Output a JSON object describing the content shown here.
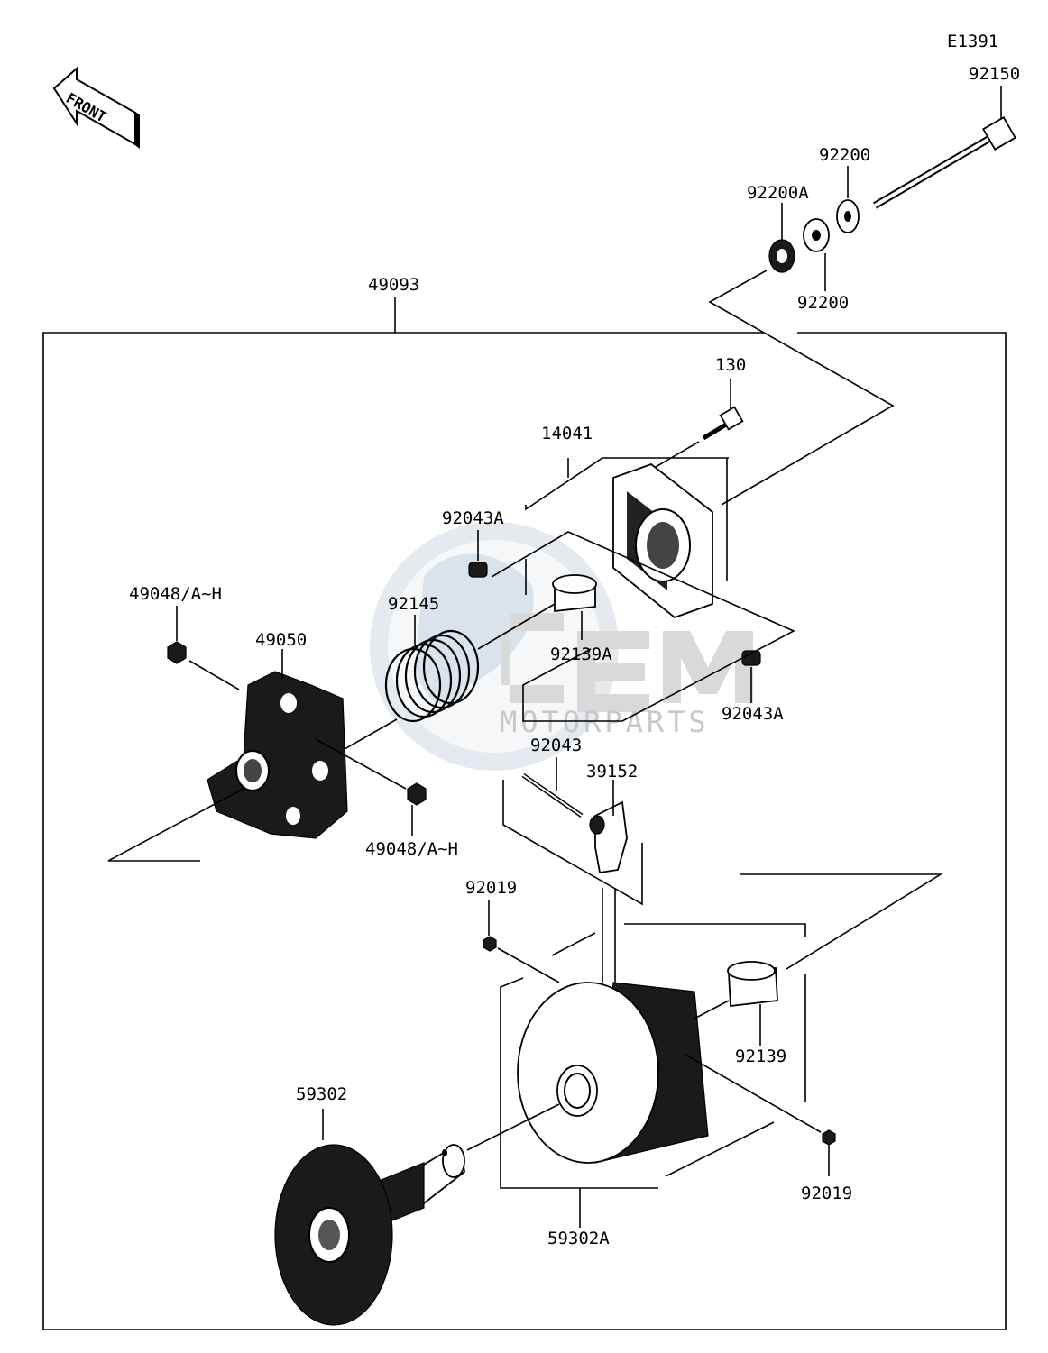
{
  "diagram_code": "E1391",
  "front_label": "FRONT",
  "watermark": {
    "brand": "CEM",
    "sub": "MOTORPARTS"
  },
  "parts": {
    "p92150": "92150",
    "p92200_top": "92200",
    "p92200A": "92200A",
    "p92200_bot": "92200",
    "p49093": "49093",
    "p130": "130",
    "p14041": "14041",
    "p92043A_top": "92043A",
    "p92043A_right": "92043A",
    "p49048_top": "49048/A~H",
    "p49050": "49050",
    "p92145": "92145",
    "p92139A": "92139A",
    "p92043": "92043",
    "p39152": "39152",
    "p49048_bot": "49048/A~H",
    "p92019_left": "92019",
    "p92139": "92139",
    "p59302": "59302",
    "p92019_right": "92019",
    "p59302A": "59302A"
  }
}
